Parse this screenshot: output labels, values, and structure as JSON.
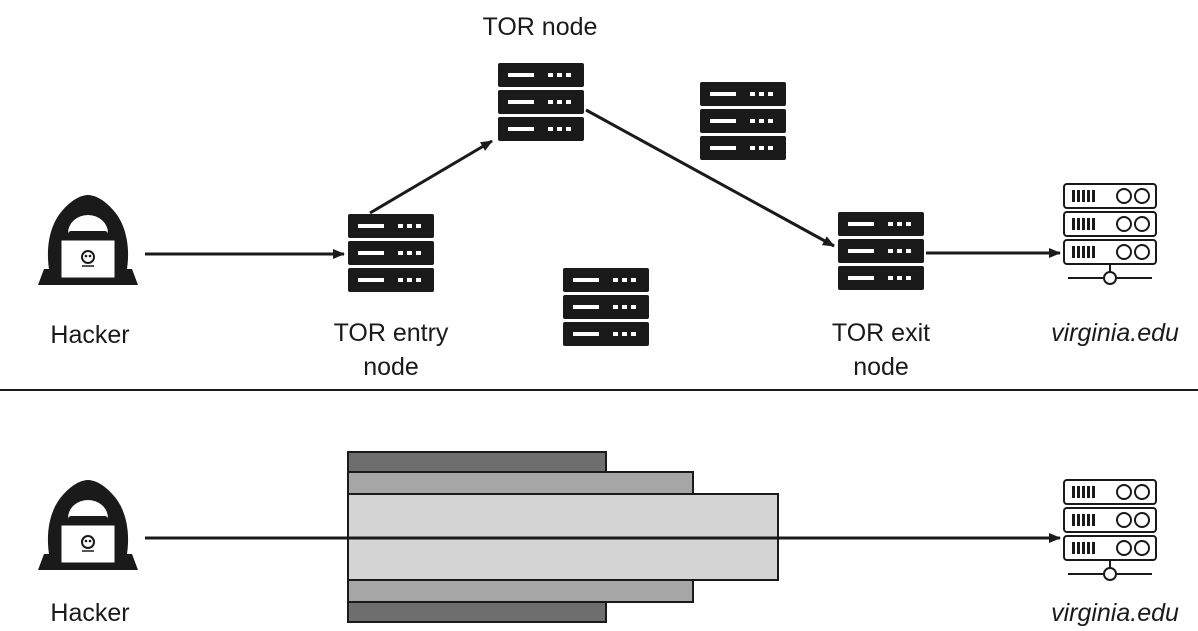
{
  "top_panel": {
    "hacker_label": "Hacker",
    "tor_node_label": "TOR node",
    "entry_node_label_line1": "TOR entry",
    "entry_node_label_line2": "node",
    "exit_node_label_line1": "TOR exit",
    "exit_node_label_line2": "node",
    "destination_label": "virginia.edu"
  },
  "bottom_panel": {
    "hacker_label": "Hacker",
    "destination_label": "virginia.edu"
  },
  "icons": [
    "hacker-icon",
    "server-rack-icon",
    "web-server-icon",
    "skull-icon",
    "arrow-icon"
  ],
  "colors": {
    "ink": "#1a1a1a",
    "tunnel_outer": "#6e6e6e",
    "tunnel_middle": "#a6a6a6",
    "tunnel_inner": "#d4d4d4"
  }
}
